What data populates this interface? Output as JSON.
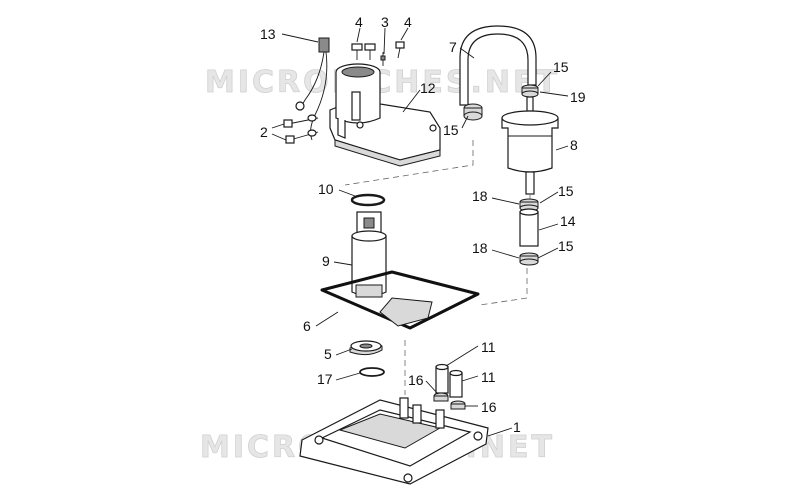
{
  "watermark": {
    "text": "MICROFICHES.NET"
  },
  "callouts": {
    "c13": "13",
    "c4a": "4",
    "c3": "3",
    "c4b": "4",
    "c7": "7",
    "c15a": "15",
    "c19": "19",
    "c12": "12",
    "c15b": "15",
    "c2": "2",
    "c8": "8",
    "c10": "10",
    "c18a": "18",
    "c15c": "15",
    "c14": "14",
    "c9": "9",
    "c18b": "18",
    "c15d": "15",
    "c6": "6",
    "c5": "5",
    "c11a": "11",
    "c17": "17",
    "c11b": "11",
    "c16a": "16",
    "c16b": "16",
    "c1": "1"
  }
}
